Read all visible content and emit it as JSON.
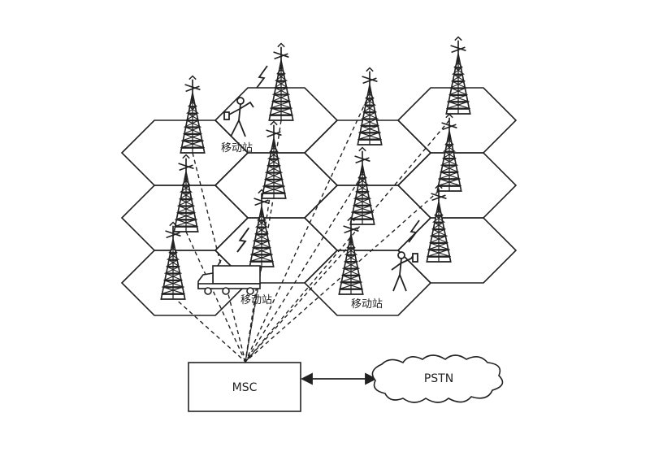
{
  "diagram": {
    "msc_label": "MSC",
    "pstn_label": "PSTN",
    "mobile_labels": [
      "移动站",
      "移动站",
      "移动站"
    ]
  },
  "colors": {
    "ink": "#222222",
    "background": "#ffffff"
  },
  "icons": [
    "cell-tower-icon",
    "person-with-phone-icon",
    "vehicle-icon",
    "lightning-link-icon",
    "cloud-shape"
  ]
}
